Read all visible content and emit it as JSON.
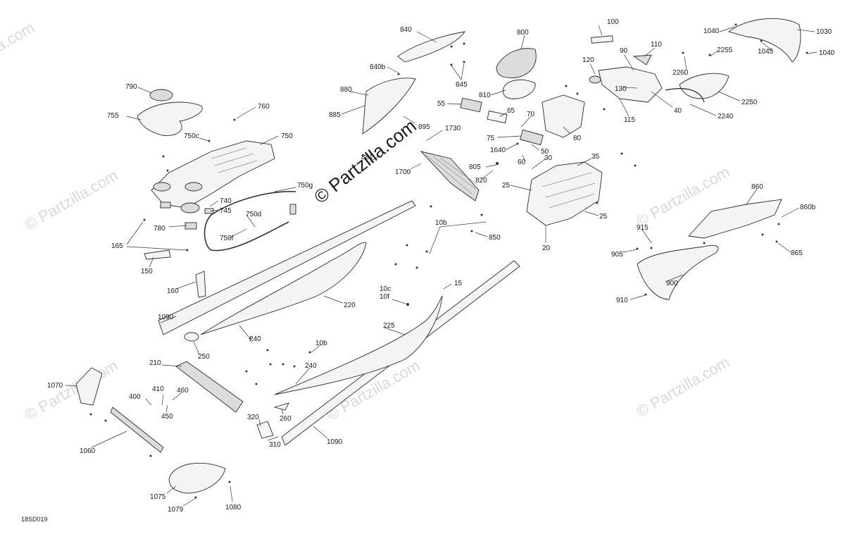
{
  "diagram": {
    "drawing_code": "18SD019",
    "watermark_main": "© Partzilla.com",
    "watermark_faint": "© Partzilla.com",
    "callouts": [
      "100",
      "90",
      "110",
      "120",
      "130",
      "40",
      "115",
      "2240",
      "2250",
      "2260",
      "2255",
      "1040",
      "1030",
      "1045",
      "1040",
      "840",
      "840b",
      "845",
      "800",
      "810",
      "880",
      "885",
      "895",
      "55",
      "65",
      "70",
      "75",
      "80",
      "50",
      "1730",
      "1640",
      "60",
      "30",
      "35",
      "805",
      "820",
      "25",
      "25",
      "20",
      "1700",
      "790",
      "755",
      "760",
      "750c",
      "750",
      "750g",
      "740",
      "745",
      "750d",
      "750f",
      "780",
      "165",
      "150",
      "160",
      "10b",
      "850",
      "15",
      "10c",
      "10f",
      "220",
      "1090",
      "240",
      "250",
      "225",
      "10b",
      "240",
      "210",
      "410",
      "460",
      "400",
      "450",
      "260",
      "320",
      "310",
      "1090",
      "1070",
      "1060",
      "1075",
      "1079",
      "1080",
      "860",
      "860b",
      "915",
      "905",
      "865",
      "900",
      "910",
      "881"
    ]
  }
}
